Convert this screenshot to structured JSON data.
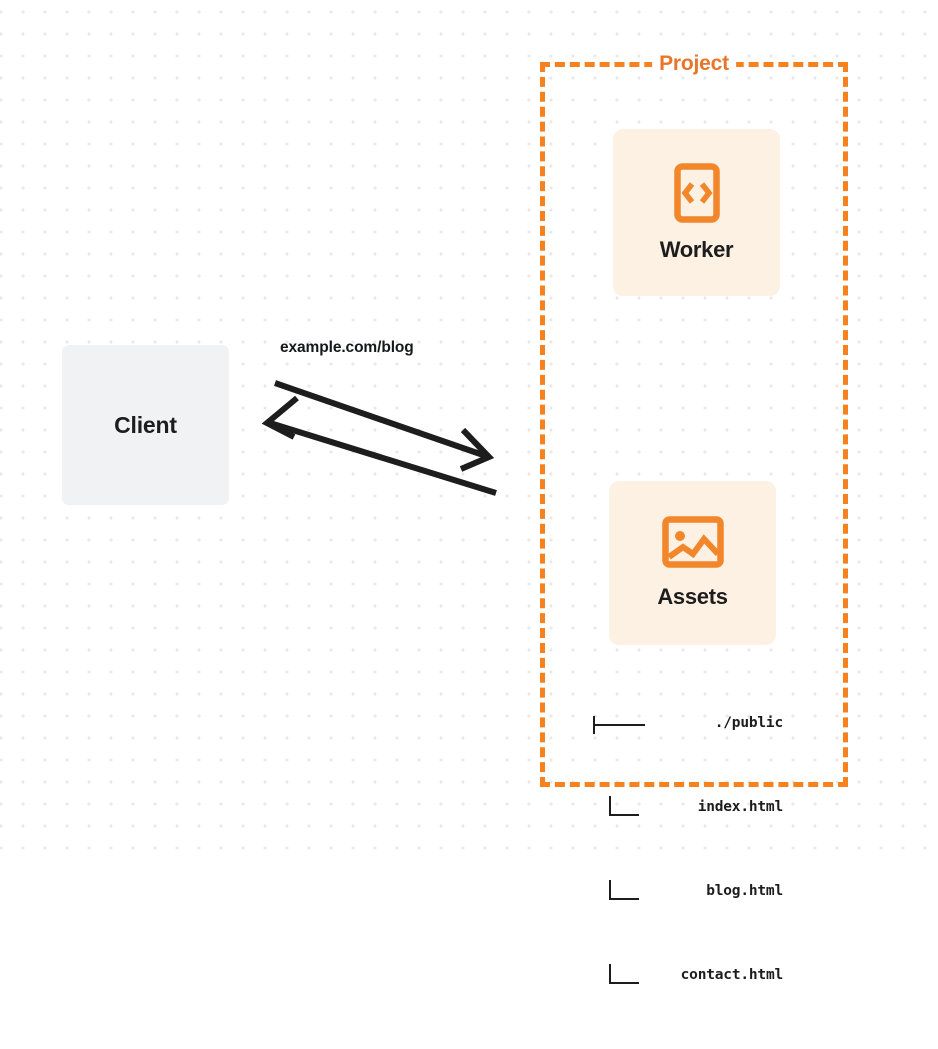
{
  "diagram": {
    "type": "architecture-flow",
    "background": {
      "style": "dot-grid",
      "color": "#ffffff",
      "dot_color": "#e8e8ea"
    },
    "colors": {
      "accent": "#f6821f",
      "accent_title": "#e8762a",
      "card_background": "#fdf1e4",
      "client_background": "#f1f2f4",
      "text": "#1d1d1d",
      "arrow": "#1d1d1d"
    },
    "client": {
      "label": "Client",
      "icon": "none"
    },
    "connector": {
      "request_label": "example.com/blog",
      "arrows": [
        {
          "direction": "right",
          "name": "request-arrow"
        },
        {
          "direction": "left",
          "name": "response-arrow"
        }
      ]
    },
    "project": {
      "title": "Project",
      "border_style": "dashed",
      "cards": [
        {
          "label": "Worker",
          "icon": "code-brackets-icon"
        },
        {
          "label": "Assets",
          "icon": "image-icon"
        }
      ],
      "file_tree": [
        {
          "branch": "root",
          "name": "./public"
        },
        {
          "branch": "child",
          "name": "index.html"
        },
        {
          "branch": "child",
          "name": "blog.html"
        },
        {
          "branch": "child",
          "name": "contact.html"
        }
      ]
    }
  }
}
